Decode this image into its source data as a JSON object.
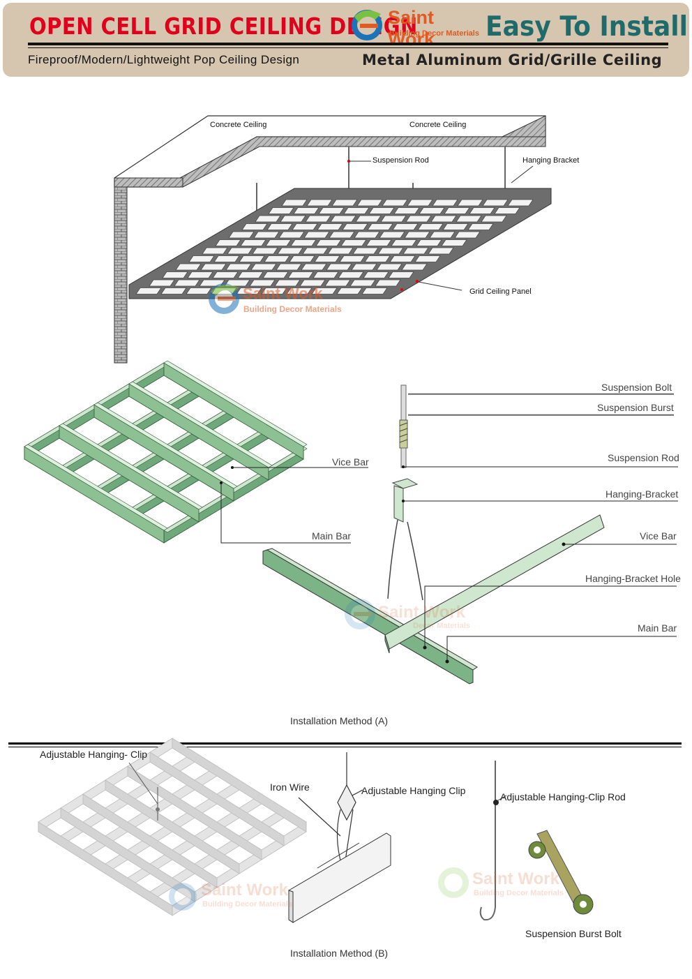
{
  "banner": {
    "title_left": "OPEN CELL GRID CEILING DESIGN",
    "title_right": "Easy To Install",
    "subtitle_left": "Fireproof/Modern/Lightweight Pop Ceiling Design",
    "subtitle_right": "Metal Aluminum Grid/Grille Ceiling",
    "logo_brand": "Saint Work",
    "logo_tagline": "Building Decor Materials"
  },
  "diagram_top": {
    "labels": {
      "concrete_left": "Concrete Ceiling",
      "concrete_right": "Concrete Ceiling",
      "suspension_rod": "Suspension Rod",
      "hanging_bracket": "Hanging Bracket",
      "grid_panel": "Grid Ceiling Panel"
    },
    "watermark_brand": "Saint Work",
    "watermark_tag": "Building Decor Materials"
  },
  "diagram_a": {
    "labels": {
      "vice_bar_left": "Vice Bar",
      "main_bar_left": "Main Bar",
      "suspension_bolt": "Suspension Bolt",
      "suspension_burst": "Suspension Burst",
      "suspension_rod": "Suspension Rod",
      "hanging_bracket": "Hanging-Bracket",
      "vice_bar_right": "Vice Bar",
      "hanging_bracket_hole": "Hanging-Bracket Hole",
      "main_bar_right": "Main Bar"
    },
    "caption": "Installation Method (A)",
    "watermark_brand": "Saint Work",
    "watermark_tag": "Decor Materials"
  },
  "diagram_b": {
    "labels": {
      "adjustable_hanging_clip_left": "Adjustable Hanging- Clip",
      "iron_wire": "Iron Wire",
      "adjustable_hanging_clip": "Adjustable Hanging Clip",
      "adjustable_hanging_clip_rod": "Adjustable Hanging-Clip Rod",
      "suspension_burst_bolt": "Suspension Burst Bolt"
    },
    "caption": "Installation Method (B)",
    "watermark_brand": "Saint Work",
    "watermark_tag": "Building Decor Materials"
  },
  "colors": {
    "banner_bg": "#d6c6af",
    "title_red": "#e0001b",
    "title_teal": "#1f6b6b",
    "logo_orange": "#e05a23",
    "logo_blue": "#1b73b8",
    "green_bar": "#6fa87a",
    "green_light": "#cfe6cf"
  }
}
